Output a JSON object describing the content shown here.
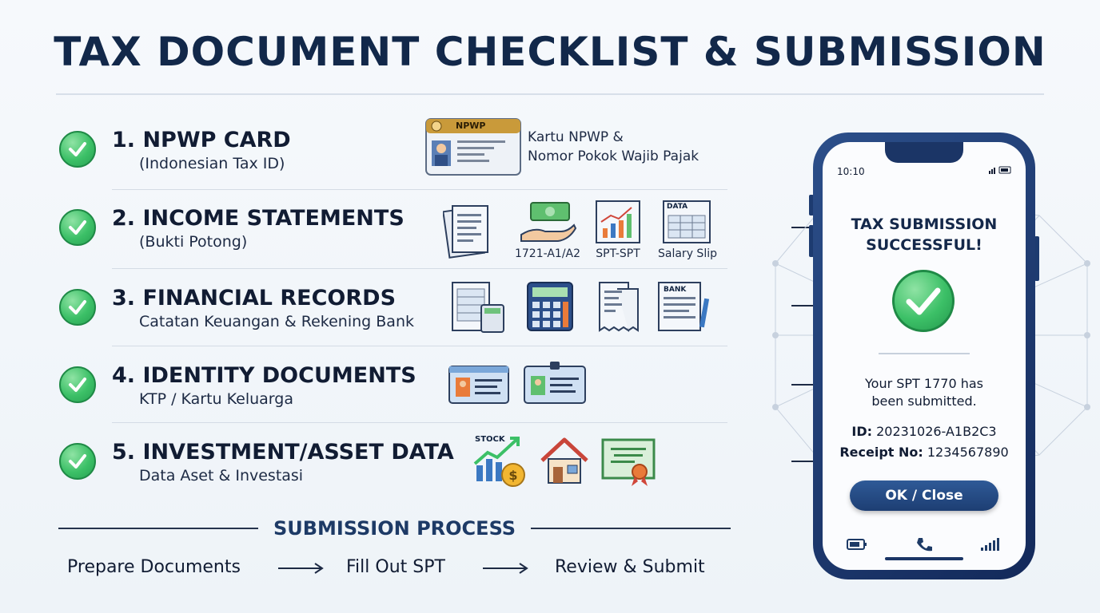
{
  "title": "TAX DOCUMENT CHECKLIST & SUBMISSION",
  "colors": {
    "accent": "#1d3e73",
    "check": "#3cc067",
    "text": "#111c33"
  },
  "rows": [
    {
      "title": "1. NPWP CARD",
      "subtitle": "(Indonesian Tax ID)",
      "card_header": "NPWP",
      "note_line1": "Kartu NPWP &",
      "note_line2": "Nomor Pokok Wajib Pajak"
    },
    {
      "title": "2. INCOME STATEMENTS",
      "subtitle": "(Bukti Potong)",
      "icons": [
        {
          "name": "documents-stack-icon",
          "label": ""
        },
        {
          "name": "cash-hand-icon",
          "label": "1721-A1/A2"
        },
        {
          "name": "chart-document-icon",
          "label": "SPT-SPT"
        },
        {
          "name": "data-sheet-icon",
          "label": "Salary Slip",
          "tag": "DATA"
        }
      ]
    },
    {
      "title": "3. FINANCIAL RECORDS",
      "subtitle": "Catatan Keuangan & Rekening Bank",
      "icons": [
        {
          "name": "ledger-calculator-icon"
        },
        {
          "name": "calculator-icon"
        },
        {
          "name": "receipt-icon"
        },
        {
          "name": "bank-statement-icon",
          "tag": "BANK"
        }
      ]
    },
    {
      "title": "4. IDENTITY DOCUMENTS",
      "subtitle": "KTP / Kartu Keluarga",
      "icons": [
        {
          "name": "id-card-icon"
        },
        {
          "name": "family-card-icon"
        }
      ]
    },
    {
      "title": "5. INVESTMENT/ASSET DATA",
      "subtitle": "Data Aset & Investasi",
      "icons": [
        {
          "name": "stock-chart-icon",
          "tag": "STOCK"
        },
        {
          "name": "house-icon"
        },
        {
          "name": "certificate-icon"
        }
      ]
    }
  ],
  "process": {
    "title": "SUBMISSION PROCESS",
    "steps": [
      "Prepare Documents",
      "Fill Out SPT",
      "Review & Submit"
    ]
  },
  "phone": {
    "time": "10:10",
    "heading_line1": "TAX SUBMISSION",
    "heading_line2": "SUCCESSFUL!",
    "message_line1": "Your SPT 1770 has",
    "message_line2": "been submitted.",
    "id_label": "ID:",
    "id_value": "20231026-A1B2C3",
    "receipt_label": "Receipt No:",
    "receipt_value": "1234567890",
    "button_label": "OK / Close"
  }
}
